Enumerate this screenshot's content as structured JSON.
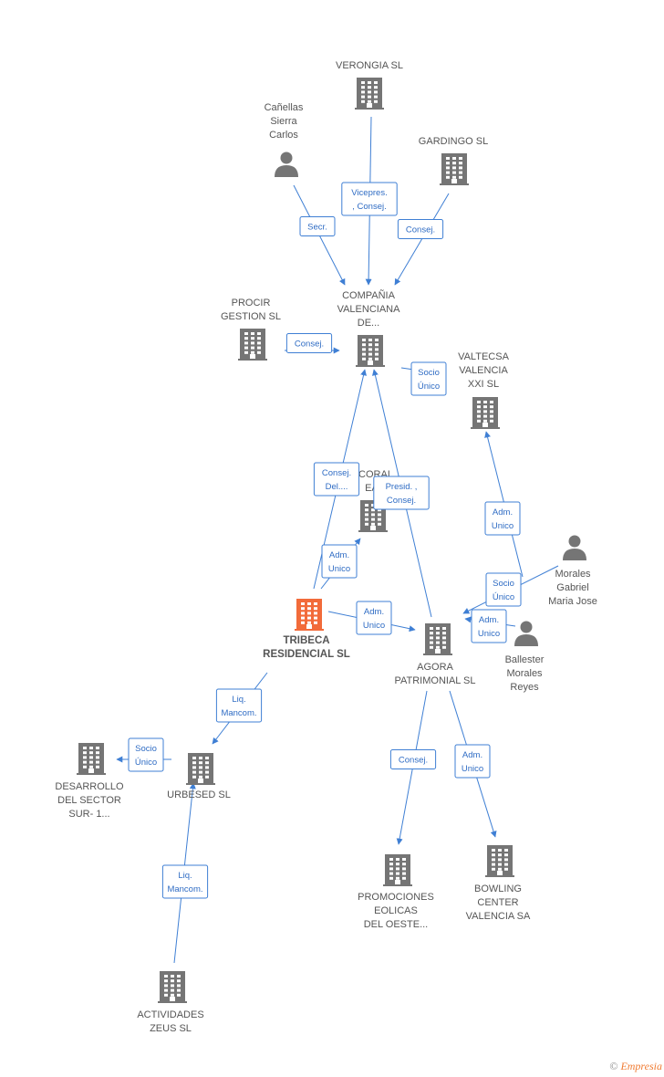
{
  "colors": {
    "edge": "#3f7fd4",
    "company_icon": "#757575",
    "focus_icon": "#f26b3a",
    "person_icon": "#757575",
    "brand": "#f07b32"
  },
  "nodes": [
    {
      "id": "verongia",
      "type": "company",
      "lines": [
        "VERONGIA SL"
      ]
    },
    {
      "id": "canellas",
      "type": "person",
      "lines": [
        "Cañellas",
        "Sierra",
        "Carlos"
      ]
    },
    {
      "id": "gardingo",
      "type": "company",
      "lines": [
        "GARDINGO SL"
      ]
    },
    {
      "id": "procir",
      "type": "company",
      "lines": [
        "PROCIR",
        "GESTION SL"
      ]
    },
    {
      "id": "compania",
      "type": "company",
      "lines": [
        "COMPAÑIA",
        "VALENCIANA",
        "DE..."
      ]
    },
    {
      "id": "valtecsa",
      "type": "company",
      "lines": [
        "VALTECSA",
        "VALENCIA",
        "XXI SL"
      ]
    },
    {
      "id": "coral",
      "type": "company",
      "lines": [
        "CORAL",
        "EA..."
      ]
    },
    {
      "id": "tribeca",
      "type": "focus",
      "lines": [
        "TRIBECA",
        "RESIDENCIAL SL"
      ]
    },
    {
      "id": "morales",
      "type": "person",
      "lines": [
        "Morales",
        "Gabriel",
        "Maria Jose"
      ]
    },
    {
      "id": "ballester",
      "type": "person",
      "lines": [
        "Ballester",
        "Morales",
        "Reyes"
      ]
    },
    {
      "id": "agora",
      "type": "company",
      "lines": [
        "AGORA",
        "PATRIMONIAL SL"
      ]
    },
    {
      "id": "desarrollo",
      "type": "company",
      "lines": [
        "DESARROLLO",
        "DEL SECTOR",
        "SUR- 1..."
      ]
    },
    {
      "id": "urbesed",
      "type": "company",
      "lines": [
        "URBESED  SL"
      ]
    },
    {
      "id": "promociones",
      "type": "company",
      "lines": [
        "PROMOCIONES",
        "EOLICAS",
        "DEL OESTE..."
      ]
    },
    {
      "id": "bowling",
      "type": "company",
      "lines": [
        "BOWLING",
        "CENTER",
        "VALENCIA SA"
      ]
    },
    {
      "id": "actividades",
      "type": "company",
      "lines": [
        "ACTIVIDADES",
        "ZEUS SL"
      ]
    }
  ],
  "relations": [
    {
      "from": "verongia",
      "to": "compania",
      "lines": [
        "Vicepres.",
        ", Consej."
      ]
    },
    {
      "from": "canellas",
      "to": "compania",
      "lines": [
        "Secr."
      ]
    },
    {
      "from": "gardingo",
      "to": "compania",
      "lines": [
        "Consej."
      ]
    },
    {
      "from": "procir",
      "to": "compania",
      "lines": [
        "Consej."
      ]
    },
    {
      "from": "compania",
      "to": "valtecsa",
      "lines": [
        "Socio",
        "Único"
      ]
    },
    {
      "from": "tribeca",
      "to": "compania",
      "lines": [
        "Consej.",
        "Del...."
      ]
    },
    {
      "from": "agora",
      "to": "compania",
      "lines": [
        "Presid. ,",
        "Consej."
      ]
    },
    {
      "from": "tribeca",
      "to": "coral",
      "lines": [
        "Adm.",
        "Unico"
      ]
    },
    {
      "from": "tribeca",
      "to": "agora",
      "lines": [
        "Adm.",
        "Unico"
      ]
    },
    {
      "from": "morales",
      "to": "valtecsa",
      "lines": [
        "Adm.",
        "Unico"
      ]
    },
    {
      "from": "morales",
      "to": "agora",
      "lines": [
        "Socio",
        "Único"
      ]
    },
    {
      "from": "ballester",
      "to": "agora",
      "lines": [
        "Adm.",
        "Unico"
      ]
    },
    {
      "from": "tribeca",
      "to": "urbesed",
      "lines": [
        "Liq.",
        "Mancom."
      ]
    },
    {
      "from": "urbesed",
      "to": "desarrollo",
      "lines": [
        "Socio",
        "Único"
      ]
    },
    {
      "from": "agora",
      "to": "promociones",
      "lines": [
        "Consej."
      ]
    },
    {
      "from": "agora",
      "to": "bowling",
      "lines": [
        "Adm.",
        "Unico"
      ]
    },
    {
      "from": "actividades",
      "to": "urbesed",
      "lines": [
        "Liq.",
        "Mancom."
      ]
    }
  ],
  "footer": {
    "copyright": "©",
    "brand": "Empresia"
  }
}
